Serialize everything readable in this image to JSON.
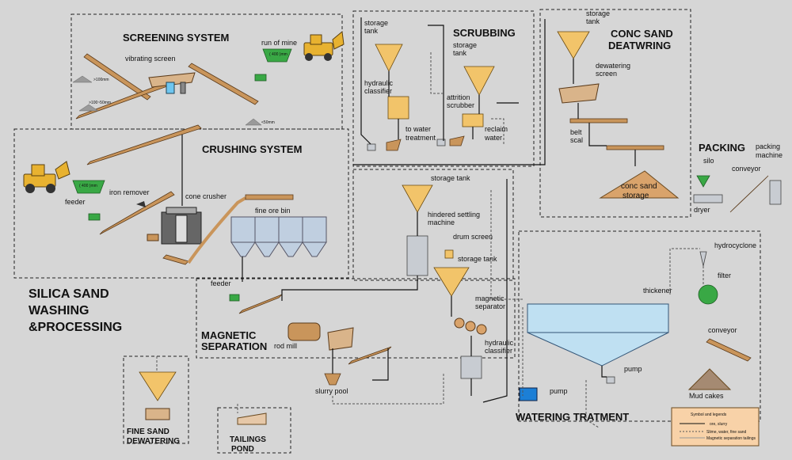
{
  "main_title": [
    "SILICA SAND",
    "WASHING",
    "&PROCESSING"
  ],
  "sections": {
    "screening": "SCREENING  SYSTEM",
    "crushing": "CRUSHING SYSTEM",
    "scrubbing": "SCRUBBING",
    "conc_sand": [
      "CONC SAND",
      "DEATWRING"
    ],
    "packing": "PACKING",
    "magnetic": [
      "MAGNETIC",
      "SEPARATION"
    ],
    "watering": "WATERING TRATMENT",
    "fine_sand": [
      "FINE SAND",
      "DEWATERING"
    ],
    "tailings": [
      "TAILINGS",
      "POND"
    ]
  },
  "labels": {
    "run_of_mine": "run of mine",
    "vibrating_screen": "vibrating screen",
    "iron_remover": "iron remover",
    "cone_crusher": "cone crusher",
    "fine_ore_bin": "fine ore bin",
    "feeder_top": "feeder",
    "feeder_mag": "feeder",
    "storage_tank_scrub1": [
      "storage",
      "tank"
    ],
    "storage_tank_scrub2": [
      "storage",
      "tank"
    ],
    "hydraulic_classifier_scrub": [
      "hydraulic",
      "classifier"
    ],
    "attrition_scrubber": [
      "attrition",
      "scrubber"
    ],
    "to_water_treatment": [
      "to water",
      "treatment"
    ],
    "reclaim_water": [
      "reclaim",
      "water"
    ],
    "storage_tank_conc": [
      "storage",
      "tank"
    ],
    "dewatering_screen": [
      "dewatering",
      "screen"
    ],
    "belt_scal": [
      "belt",
      "scal"
    ],
    "conc_sand_storage": [
      "conc sand",
      "storage"
    ],
    "silo": "silo",
    "conveyor_pack": "conveyor",
    "packing_machine": [
      "packing",
      "machine"
    ],
    "dryer": "dryer",
    "storage_tank_mid": "storage tank",
    "hindered_settling": [
      "hindered settling",
      "machine"
    ],
    "drum_screen": "drum screen",
    "storage_tank_mid2": "storage tank",
    "magnetic_separator": [
      "magnetic",
      "separator"
    ],
    "hydraulic_classifier_mid": [
      "hydraulic",
      "classifier"
    ],
    "rod_mill": "rod mill",
    "slurry_pool": "slurry pool",
    "thickener": "thickener",
    "hydrocyclone": "hydrocyclone",
    "filter": "filter",
    "conveyor_water": "conveyor",
    "mud_cakes": "Mud cakes",
    "pump_right": "pump",
    "pump_left": "pump"
  },
  "size_labels": {
    "s1": ">100mm",
    "s2": ">100~50mm",
    "s3": "<50mm",
    "grid1": "( 400 )mm",
    "grid2": "( 400 )mm"
  },
  "legend": {
    "title": "Symbol and legends",
    "ore": "ore, slurry",
    "water": "Slime, water, fine sand",
    "tail": "Magnetic separation tailings"
  },
  "colors": {
    "background": "#d6d6d6",
    "conveyor": "#c9955b",
    "water_blue": "#bfe0f2",
    "legend_bg": "#f8d2a8"
  }
}
